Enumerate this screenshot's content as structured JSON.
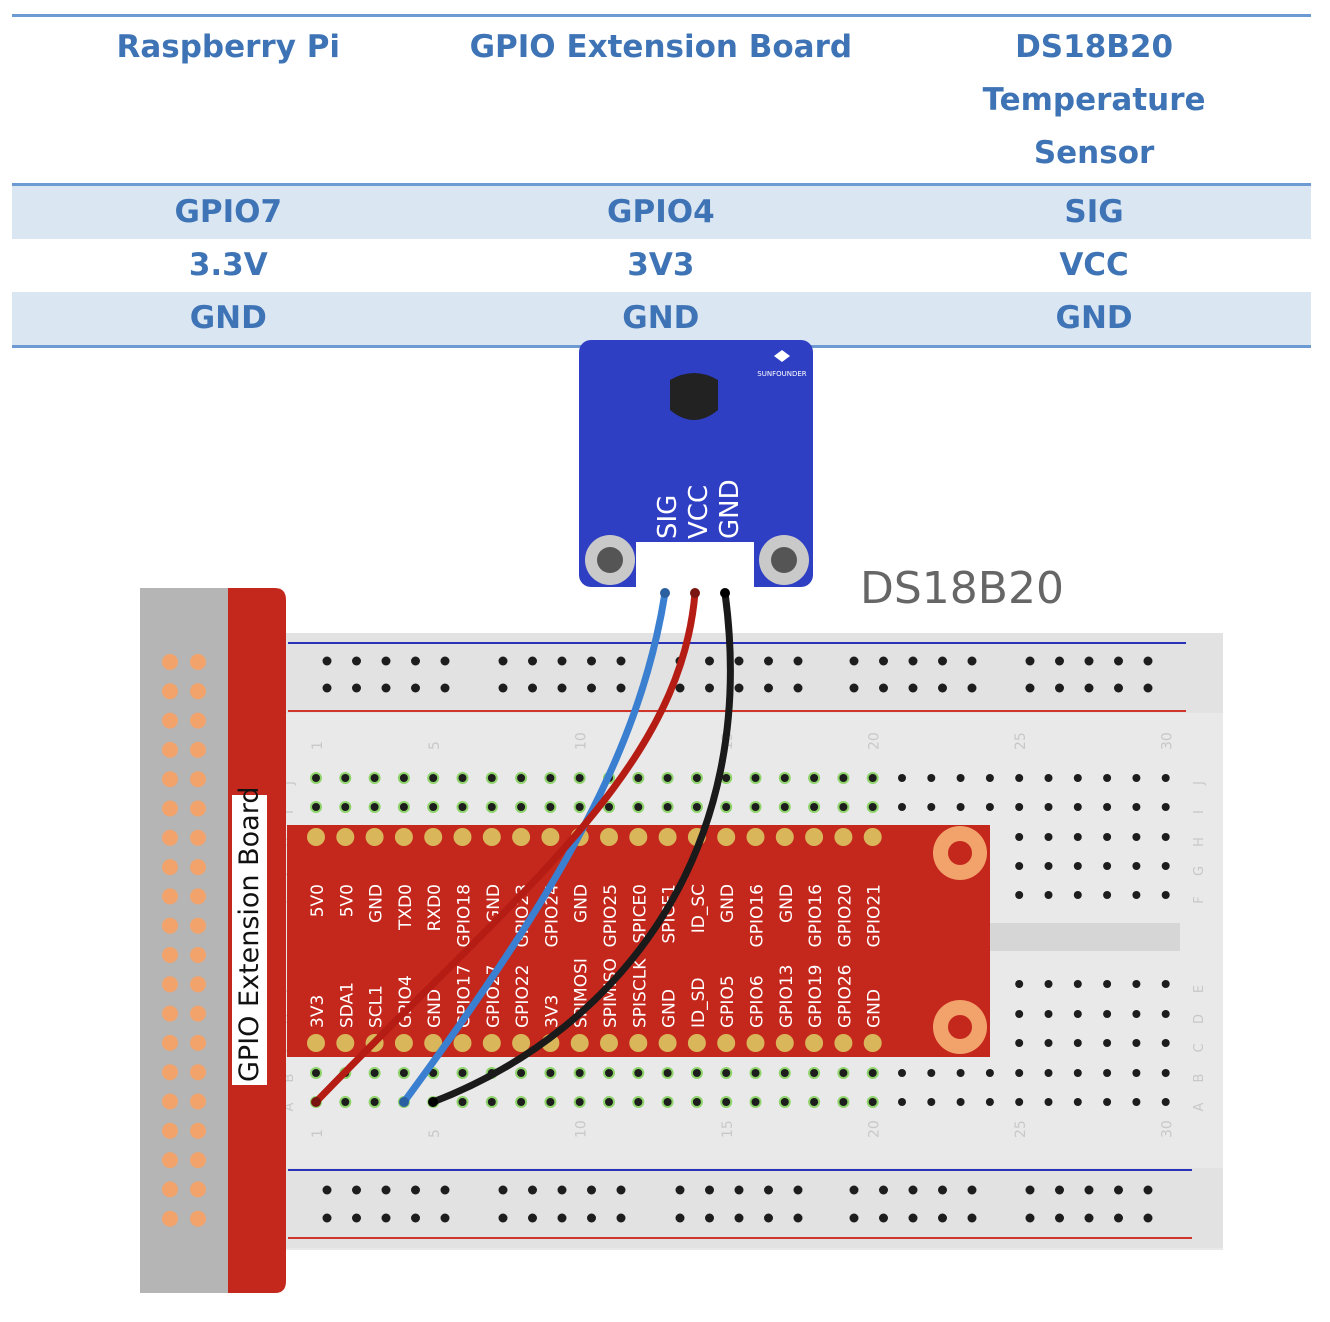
{
  "table": {
    "headers": [
      "Raspberry Pi",
      "GPIO Extension Board",
      "DS18B20 Temperature Sensor"
    ],
    "rows": [
      [
        "GPIO7",
        "GPIO4",
        "SIG"
      ],
      [
        "3.3V",
        "3V3",
        "VCC"
      ],
      [
        "GND",
        "GND",
        "GND"
      ]
    ]
  },
  "diagram": {
    "sensor_title": "DS18B20",
    "sensor_brand": "SUNFOUNDER",
    "sensor_pins": [
      "SIG",
      "VCC",
      "GND"
    ],
    "extension_board_label": "GPIO Extension Board",
    "top_pin_labels": [
      "5V0",
      "5V0",
      "GND",
      "TXD0",
      "RXD0",
      "GPIO18",
      "GND",
      "GPIO23",
      "GPIO24",
      "GND",
      "GPIO25",
      "SPICE0",
      "SPICE1",
      "ID_SC",
      "GND",
      "GPIO16",
      "GND",
      "GPIO16",
      "GPIO20",
      "GPIO21"
    ],
    "bottom_pin_labels": [
      "3V3",
      "SDA1",
      "SCL1",
      "GPIO4",
      "GND",
      "GPIO17",
      "GPIO27",
      "GPIO22",
      "3V3",
      "SPIMOSI",
      "SPIMISO",
      "SPISCLK",
      "GND",
      "ID_SD",
      "GPIO5",
      "GPIO6",
      "GPIO13",
      "GPIO19",
      "GPIO26",
      "GND"
    ],
    "column_numbers": [
      "1",
      "5",
      "10",
      "15",
      "20",
      "25",
      "30"
    ],
    "row_letters_top": [
      "J",
      "I",
      "H",
      "G",
      "F"
    ],
    "row_letters_bottom": [
      "E",
      "D",
      "C",
      "B",
      "A"
    ],
    "wire_colors": {
      "sig": "#3a7fd0",
      "vcc": "#b51c14",
      "gnd": "#1a1a1a"
    },
    "colors": {
      "board_red": "#c4271c",
      "sensor_blue": "#2f3fc4",
      "rail_blue": "#2a33b8",
      "rail_red": "#d0352b",
      "pin_orange": "#f2a36b",
      "header_gold": "#d9b65a"
    }
  }
}
